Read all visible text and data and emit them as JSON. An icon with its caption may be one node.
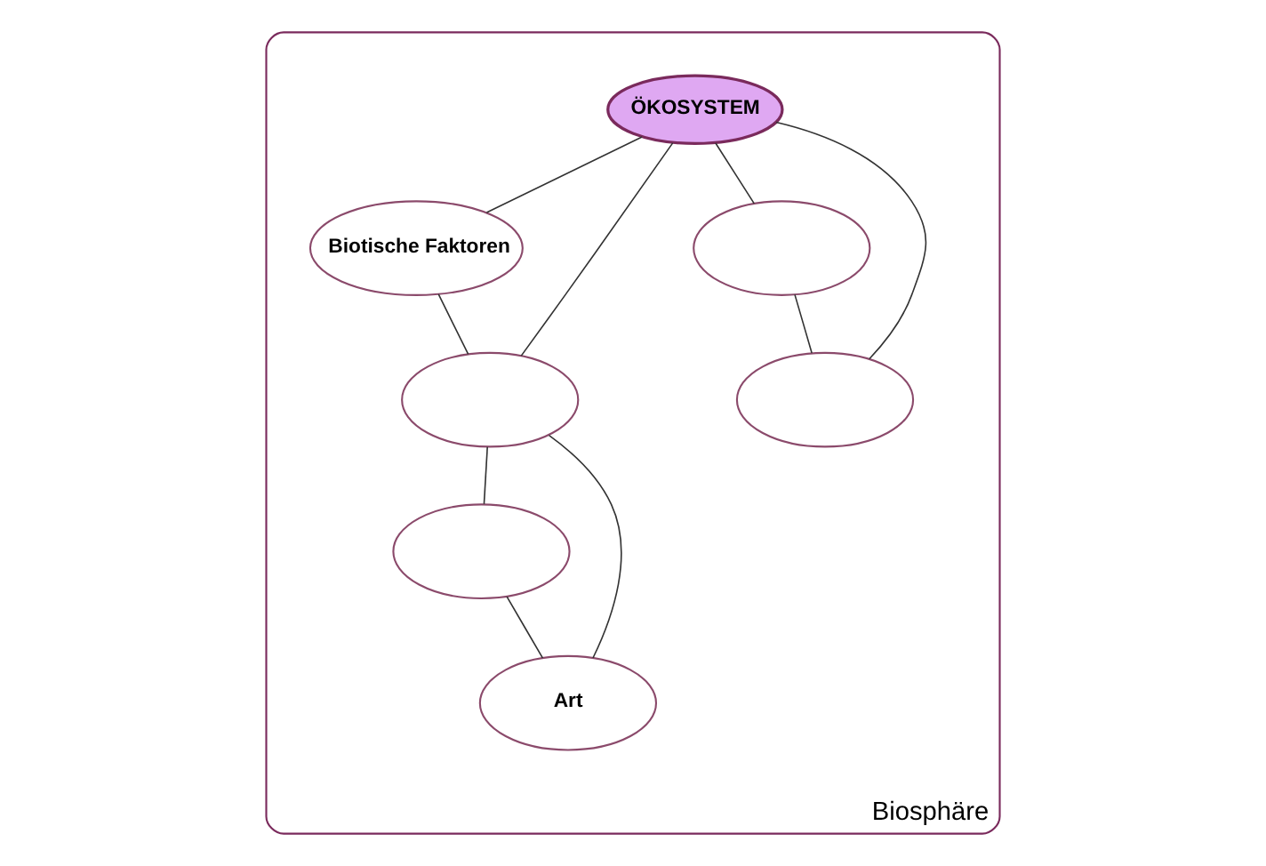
{
  "diagram": {
    "nodes": [
      {
        "text": [
          "Biosphäre"
        ]
      },
      {
        "text": [
          "ÖKOSYSTEM"
        ],
        "in": 0
      },
      {
        "text": [
          "Biotische Faktoren"
        ],
        "in": 0
      },
      {
        "text": [],
        "shape": "ellipse",
        "in": 0
      },
      {
        "text": [],
        "shape": "ellipse",
        "in": 0
      },
      {
        "text": [],
        "shape": "ellipse",
        "in": 0
      },
      {
        "text": [],
        "shape": "ellipse",
        "in": 0
      },
      {
        "text": [
          "Art"
        ],
        "in": 0
      }
    ],
    "edges": [
      {
        "from": 1,
        "to": 2,
        "arrow": "none"
      },
      {
        "from": 1,
        "to": 3,
        "arrow": "none"
      },
      {
        "from": 1,
        "to": 4,
        "arrow": "none"
      },
      {
        "from": 1,
        "to": 5,
        "arrow": "none"
      },
      {
        "from": 2,
        "to": 4,
        "arrow": "none"
      },
      {
        "from": 3,
        "to": 5,
        "arrow": "none"
      },
      {
        "from": 4,
        "to": 6,
        "arrow": "none"
      },
      {
        "from": 4,
        "to": 7,
        "arrow": "none"
      },
      {
        "from": 6,
        "to": 7,
        "arrow": "none"
      }
    ]
  }
}
